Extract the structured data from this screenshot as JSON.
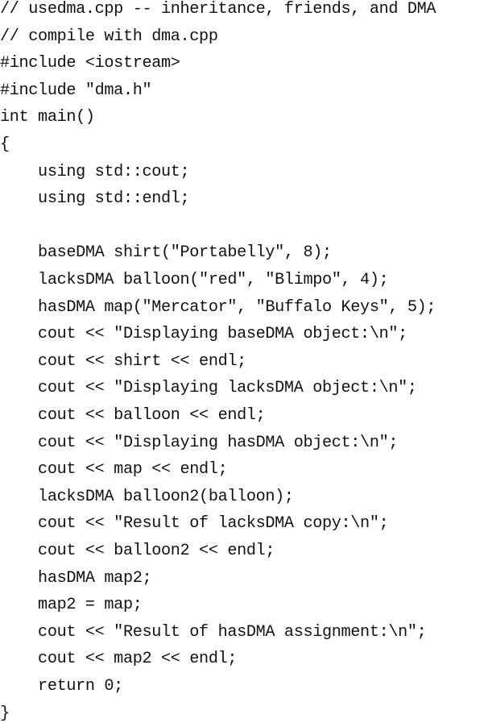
{
  "code": {
    "lines": [
      "// usedma.cpp -- inheritance, friends, and DMA",
      "// compile with dma.cpp",
      "#include <iostream>",
      "#include \"dma.h\"",
      "int main()",
      "{",
      "    using std::cout;",
      "    using std::endl;",
      "",
      "    baseDMA shirt(\"Portabelly\", 8);",
      "    lacksDMA balloon(\"red\", \"Blimpo\", 4);",
      "    hasDMA map(\"Mercator\", \"Buffalo Keys\", 5);",
      "    cout << \"Displaying baseDMA object:\\n\";",
      "    cout << shirt << endl;",
      "    cout << \"Displaying lacksDMA object:\\n\";",
      "    cout << balloon << endl;",
      "    cout << \"Displaying hasDMA object:\\n\";",
      "    cout << map << endl;",
      "    lacksDMA balloon2(balloon);",
      "    cout << \"Result of lacksDMA copy:\\n\";",
      "    cout << balloon2 << endl;",
      "    hasDMA map2;",
      "    map2 = map;",
      "    cout << \"Result of hasDMA assignment:\\n\";",
      "    cout << map2 << endl;",
      "    return 0;",
      "}"
    ]
  }
}
